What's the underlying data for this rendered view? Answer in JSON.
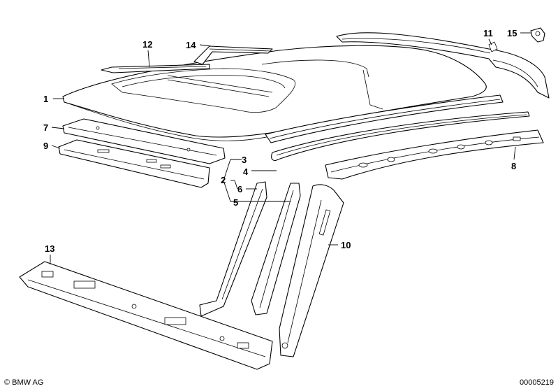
{
  "callouts": [
    {
      "id": "1",
      "label": "1"
    },
    {
      "id": "2",
      "label": "2"
    },
    {
      "id": "3",
      "label": "3"
    },
    {
      "id": "4",
      "label": "4"
    },
    {
      "id": "5",
      "label": "5"
    },
    {
      "id": "6",
      "label": "6"
    },
    {
      "id": "7",
      "label": "7"
    },
    {
      "id": "8",
      "label": "8"
    },
    {
      "id": "9",
      "label": "9"
    },
    {
      "id": "10",
      "label": "10"
    },
    {
      "id": "11",
      "label": "11"
    },
    {
      "id": "12",
      "label": "12"
    },
    {
      "id": "13",
      "label": "13"
    },
    {
      "id": "14",
      "label": "14"
    },
    {
      "id": "15",
      "label": "15"
    }
  ],
  "footer": {
    "copyright": "© BMW AG",
    "part_number": "00005219"
  }
}
